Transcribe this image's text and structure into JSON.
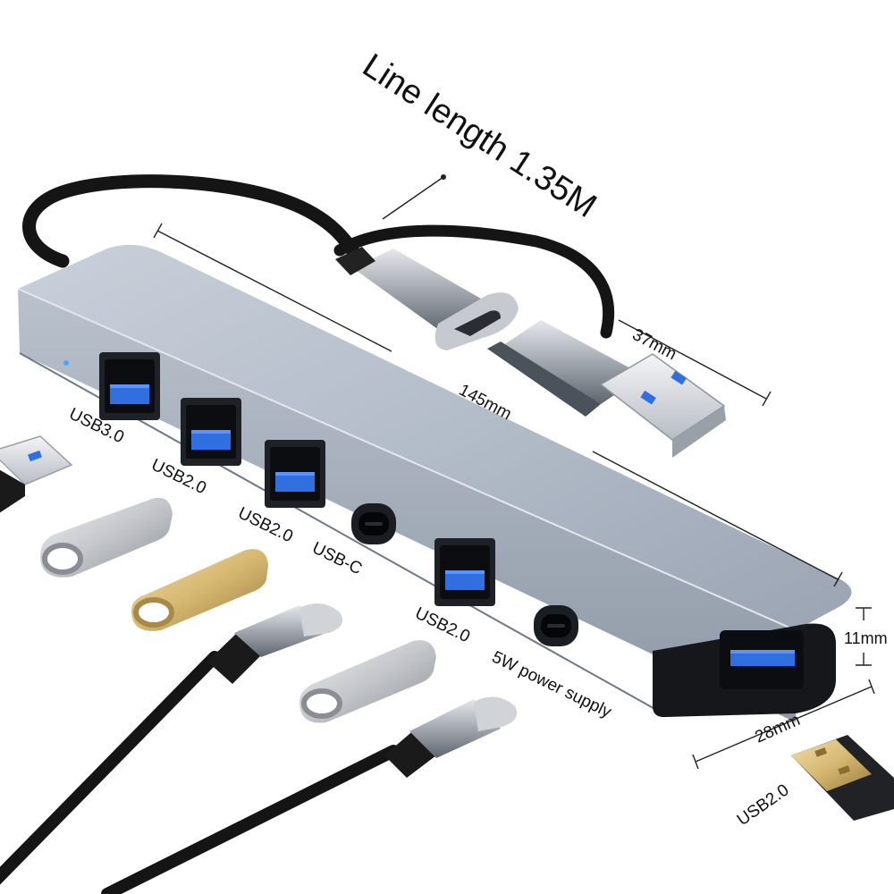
{
  "title": "Line length 1.35M",
  "dimensions": {
    "length": "145mm",
    "plug_length": "37mm",
    "height": "11mm",
    "width": "28mm"
  },
  "port_labels": {
    "port_1": "USB3.0",
    "port_2": "USB2.0",
    "port_3": "USB2.0",
    "port_4": "USB-C",
    "port_5": "USB2.0",
    "port_6": "5W power supply",
    "side_port": "USB2.0"
  },
  "colors": {
    "hub_body": "#aab4c2",
    "port_blue": "#2f6fe0",
    "cable": "#151515",
    "gold_drive": "#d8bc7c",
    "silver_drive": "#c9ccd1"
  }
}
